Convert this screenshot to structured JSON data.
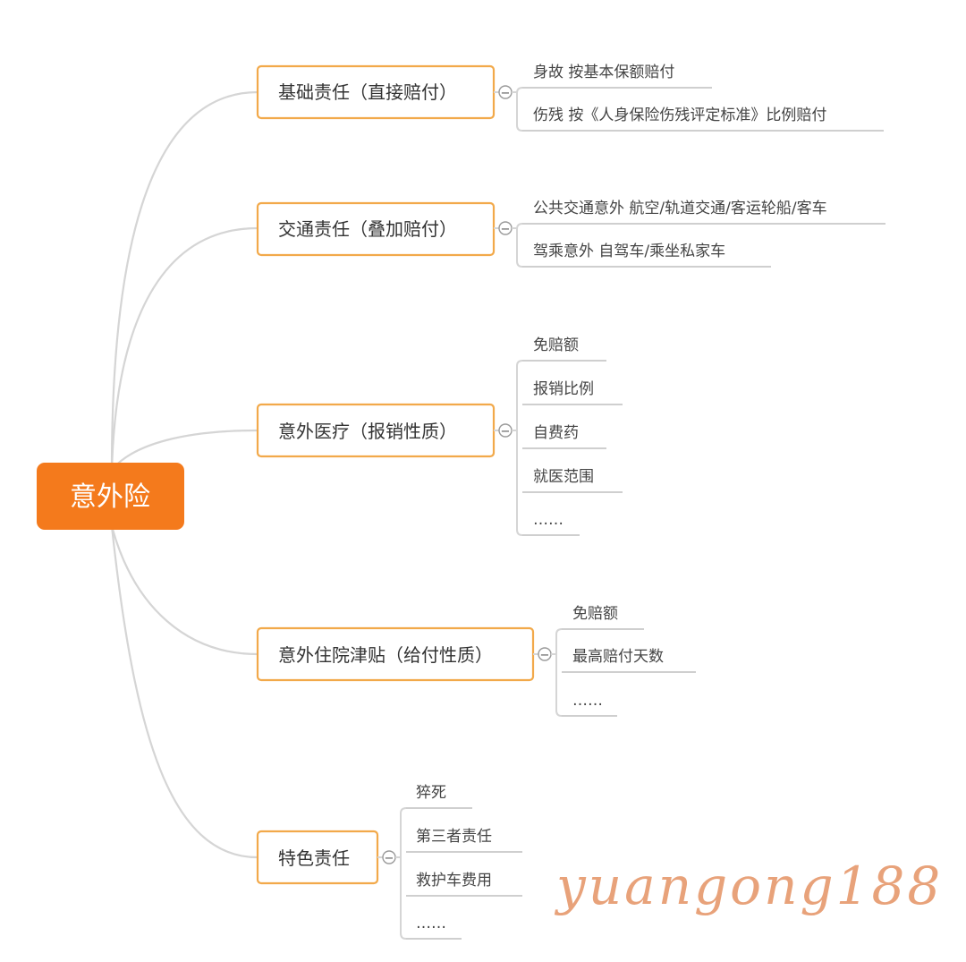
{
  "mindmap": {
    "root": {
      "label": "意外险"
    },
    "branches": [
      {
        "label": "基础责任（直接赔付）",
        "children": [
          "身故 按基本保额赔付",
          "伤残 按《人身保险伤残评定标准》比例赔付"
        ]
      },
      {
        "label": "交通责任（叠加赔付）",
        "children": [
          "公共交通意外 航空/轨道交通/客运轮船/客车",
          "驾乘意外 自驾车/乘坐私家车"
        ]
      },
      {
        "label": "意外医疗（报销性质）",
        "children": [
          "免赔额",
          "报销比例",
          "自费药",
          "就医范围",
          "……"
        ]
      },
      {
        "label": "意外住院津贴（给付性质）",
        "children": [
          "免赔额",
          "最高赔付天数",
          "……"
        ]
      },
      {
        "label": "特色责任",
        "children": [
          "猝死",
          "第三者责任",
          "救护车费用",
          "……"
        ]
      }
    ],
    "collapse_symbol": "−"
  },
  "watermark": "yuangong188",
  "colors": {
    "root_fill": "#f47a1c",
    "branch_border": "#f2a94a",
    "connector": "#d5d5d5",
    "leaf_underline": "#cfcfcf"
  }
}
